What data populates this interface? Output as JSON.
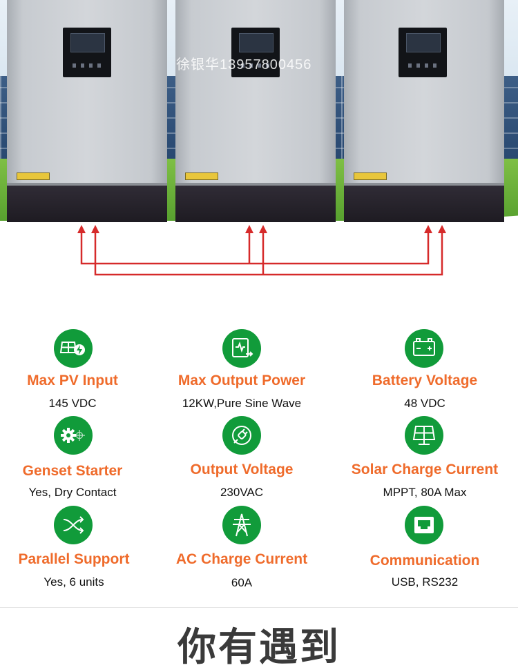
{
  "watermark": "徐银华13957800456",
  "features": [
    {
      "title": "Max PV Input",
      "value": "145 VDC",
      "icon": "solar-panel-bolt-icon"
    },
    {
      "title": "Max Output Power",
      "value": "12KW,Pure Sine Wave",
      "icon": "power-output-icon"
    },
    {
      "title": "Battery Voltage",
      "value": "48 VDC",
      "icon": "battery-icon"
    },
    {
      "title": "Genset Starter",
      "value": "Yes, Dry Contact",
      "icon": "gear-icon"
    },
    {
      "title": "Output Voltage",
      "value": "230VAC",
      "icon": "plug-icon"
    },
    {
      "title": "Solar Charge Current",
      "value": "MPPT, 80A Max",
      "icon": "solar-panel-icon"
    },
    {
      "title": "Parallel Support",
      "value": "Yes, 6 units",
      "icon": "parallel-arrows-icon"
    },
    {
      "title": "AC Charge Current",
      "value": "60A",
      "icon": "transmission-tower-icon"
    },
    {
      "title": "Communication",
      "value": "USB, RS232",
      "icon": "port-icon"
    }
  ],
  "colors": {
    "accent": "#ef6b2b",
    "icon_bg": "#119b3a",
    "wiring": "#d62a2a"
  },
  "footer_heading": "你有遇到"
}
